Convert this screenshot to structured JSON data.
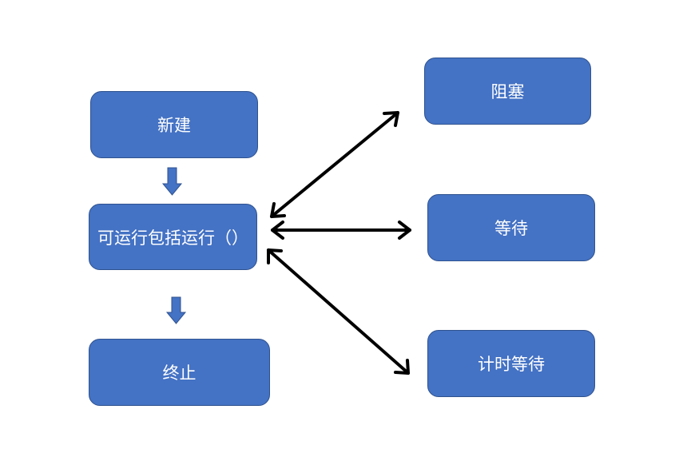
{
  "diagram": {
    "nodes": {
      "new": "新建",
      "runnable": "可运行包括运行（）",
      "terminated": "终止",
      "blocked": "阻塞",
      "waiting": "等待",
      "timed_waiting": "计时等待"
    },
    "edges": [
      {
        "from": "new",
        "to": "runnable",
        "style": "block-arrow"
      },
      {
        "from": "runnable",
        "to": "terminated",
        "style": "block-arrow"
      },
      {
        "from": "runnable",
        "to": "blocked",
        "style": "double-arrow"
      },
      {
        "from": "runnable",
        "to": "waiting",
        "style": "double-arrow"
      },
      {
        "from": "runnable",
        "to": "timed_waiting",
        "style": "double-arrow"
      }
    ],
    "colors": {
      "node_fill": "#4472c4",
      "node_border": "#2f528f",
      "node_text": "#ffffff",
      "arrow": "#000000"
    }
  }
}
